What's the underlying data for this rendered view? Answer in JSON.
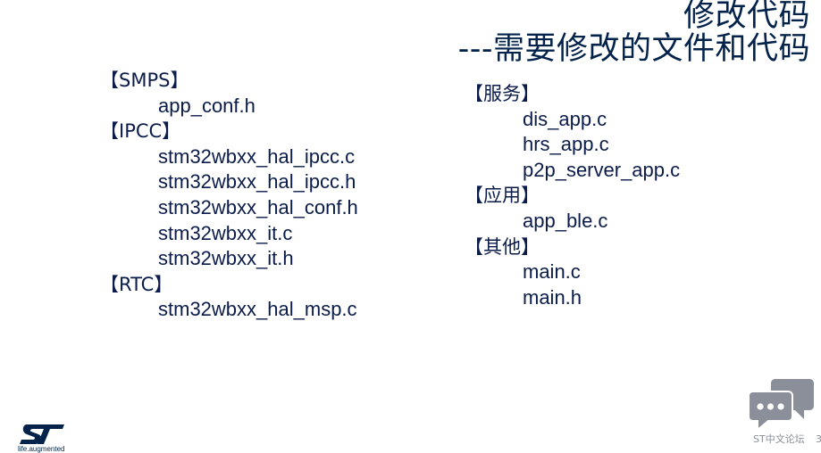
{
  "title": {
    "line1": "修改代码",
    "line2": "---需要修改的文件和代码"
  },
  "left_column": [
    {
      "label": "【SMPS】",
      "files": [
        "app_conf.h"
      ]
    },
    {
      "label": "【IPCC】",
      "files": [
        "stm32wbxx_hal_ipcc.c",
        "stm32wbxx_hal_ipcc.h",
        "stm32wbxx_hal_conf.h",
        "stm32wbxx_it.c",
        "stm32wbxx_it.h"
      ]
    },
    {
      "label": "【RTC】",
      "files": [
        "stm32wbxx_hal_msp.c"
      ]
    }
  ],
  "right_column": [
    {
      "label": "【服务】",
      "files": [
        "dis_app.c",
        "hrs_app.c",
        "p2p_server_app.c"
      ]
    },
    {
      "label": "【应用】",
      "files": [
        "app_ble.c"
      ]
    },
    {
      "label": "【其他】",
      "files": [
        "main.c",
        "main.h"
      ]
    }
  ],
  "footer": {
    "logo_icon": "st-logo-icon",
    "tagline": "life.augmented",
    "forum_icon": "chat-bubbles-icon",
    "forum_label": "ST中文论坛",
    "page_number": "3"
  },
  "colors": {
    "text": "#0b1c4a",
    "title": "#03234b",
    "logo": "#03234b",
    "chat_icon": "#8a8f99",
    "footer_text": "#8a8f99"
  }
}
